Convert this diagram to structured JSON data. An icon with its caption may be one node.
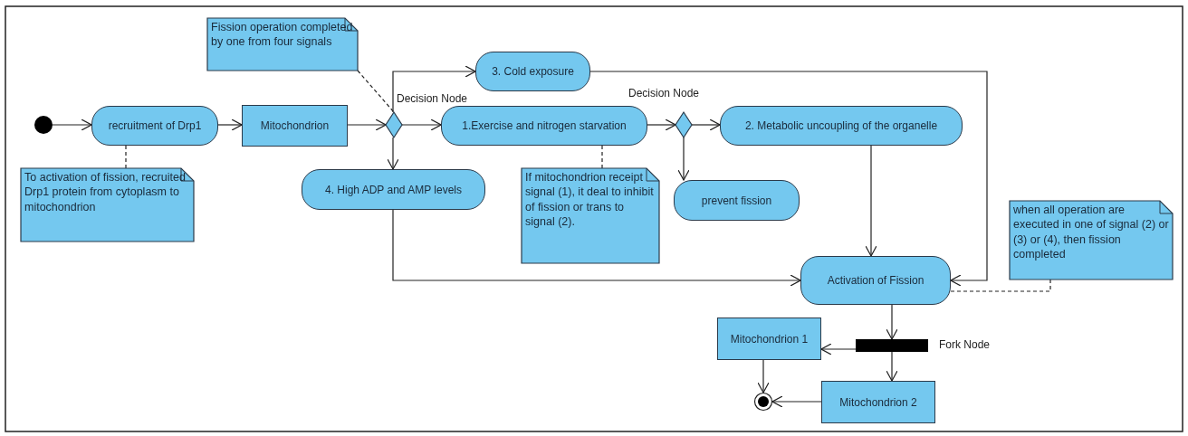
{
  "diagram": {
    "nodes": [
      {
        "text": [],
        "shape": "circle"
      },
      {
        "text": [
          "recruitment of Drp1"
        ]
      },
      {
        "text": [
          "Mitochondrion"
        ]
      },
      {
        "text": [],
        "shape": "diamond",
        "beside": [
          "Decision Node"
        ]
      },
      {
        "text": [
          "3. Cold exposure"
        ]
      },
      {
        "text": [
          "1.Exercise and nitrogen starvation"
        ]
      },
      {
        "text": [],
        "shape": "diamond",
        "beside": [
          "Decision Node"
        ]
      },
      {
        "text": [
          "2. Metabolic uncoupling of the organelle"
        ]
      },
      {
        "text": [
          "4. High ADP and AMP levels"
        ]
      },
      {
        "text": [
          "prevent fission"
        ]
      },
      {
        "text": [
          "Activation of Fission"
        ]
      },
      {
        "text": [],
        "shape": "bar",
        "beside": [
          "Fork Node"
        ]
      },
      {
        "text": [
          "Mitochondrion 1"
        ]
      },
      {
        "text": [
          "Mitochondrion 2"
        ]
      },
      {
        "text": [],
        "shape": "circle"
      },
      {
        "text": [
          "Fission operation completed by one from four signals"
        ]
      },
      {
        "text": [
          "To activation of fission, recruited Drp1 protein from cytoplasm to mitochondrion"
        ]
      },
      {
        "text": [
          "If mitochondrion receipt signal (1), it deal to inhibit of fission or trans to signal (2)."
        ]
      },
      {
        "text": [
          "when all operation are executed in one of signal (2) or (3) or (4), then fission completed"
        ]
      }
    ],
    "edges": [
      {
        "from": 0,
        "to": 1,
        "arrow": "to"
      },
      {
        "from": 1,
        "to": 2,
        "arrow": "to"
      },
      {
        "from": 2,
        "to": 3,
        "arrow": "to"
      },
      {
        "from": 3,
        "to": 4,
        "arrow": "to"
      },
      {
        "from": 3,
        "to": 5,
        "arrow": "to"
      },
      {
        "from": 3,
        "to": 8,
        "arrow": "to"
      },
      {
        "from": 5,
        "to": 6,
        "arrow": "to"
      },
      {
        "from": 6,
        "to": 7,
        "arrow": "to"
      },
      {
        "from": 6,
        "to": 9,
        "arrow": "to"
      },
      {
        "from": 7,
        "to": 10,
        "arrow": "to"
      },
      {
        "from": 4,
        "to": 10,
        "arrow": "to"
      },
      {
        "from": 8,
        "to": 10,
        "arrow": "to"
      },
      {
        "from": 10,
        "to": 11,
        "arrow": "to"
      },
      {
        "from": 11,
        "to": 12,
        "arrow": "to"
      },
      {
        "from": 11,
        "to": 13,
        "arrow": "to"
      },
      {
        "from": 12,
        "to": 14,
        "arrow": "to"
      },
      {
        "from": 13,
        "to": 14,
        "arrow": "to"
      },
      {
        "from": 15,
        "to": 3,
        "arrow": "none",
        "style": "dashed"
      },
      {
        "from": 16,
        "to": 1,
        "arrow": "none",
        "style": "dashed"
      },
      {
        "from": 17,
        "to": 5,
        "arrow": "none",
        "style": "dashed"
      },
      {
        "from": 18,
        "to": 10,
        "arrow": "none",
        "style": "dashed"
      }
    ]
  }
}
